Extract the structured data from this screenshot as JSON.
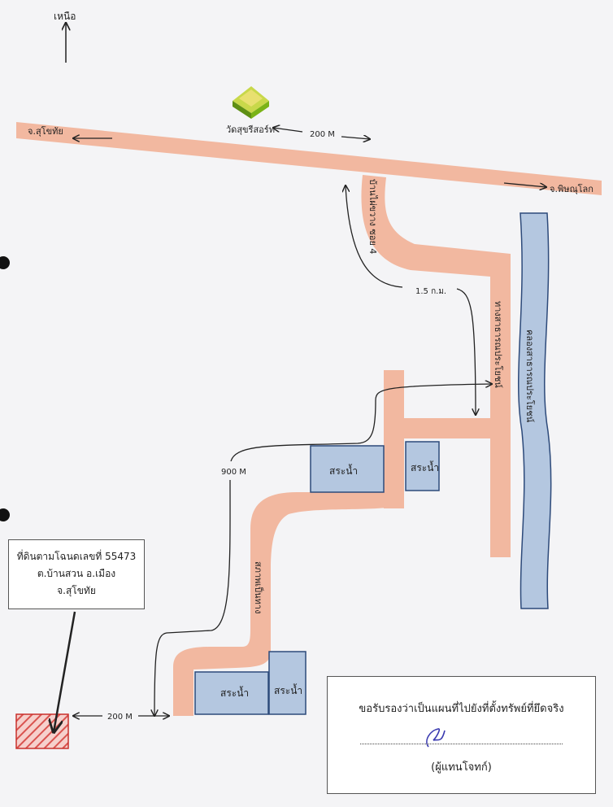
{
  "north_label": "เหนือ",
  "places": {
    "temple": "วัดสุขรีสอร์ท",
    "to_sukhothai": "จ.สุโขทัย",
    "to_phitsanulok": "จ.พิษณุโลก"
  },
  "roads": {
    "soi": "บ้านไผ่ขวาง ซอย 4",
    "main_vertical": "ทางสาธารณประโยชน์",
    "canal": "คลองสาธารณประโยชน์",
    "dirt_path": "สภาพเป็นทาง"
  },
  "distances": {
    "temple_offset": "200 M",
    "soi_length": "1.5 ก.ม.",
    "branch_length": "900 M",
    "final_offset": "200 M"
  },
  "ponds": [
    "สระน้ำ",
    "สระน้ำ",
    "สระน้ำ",
    "สระน้ำ"
  ],
  "parcel": {
    "line1": "ที่ดินตามโฉนดเลขที่ 55473",
    "line2": "ต.บ้านสวน   อ.เมือง",
    "line3": "จ.สุโขทัย"
  },
  "certification": {
    "text": "ขอรับรองว่าเป็นแผนที่ไปยังที่ตั้งทรัพย์ที่ยึดจริง",
    "role": "(ผู้แทนโจทก์)"
  },
  "colors": {
    "road": "#f2b8a0",
    "pond": "#b4c7e0",
    "pond_border": "#2d4a7a",
    "canal": "#b4c7e0",
    "parcel_hatch": "#d9534f",
    "temple_green": "#7ab317"
  }
}
